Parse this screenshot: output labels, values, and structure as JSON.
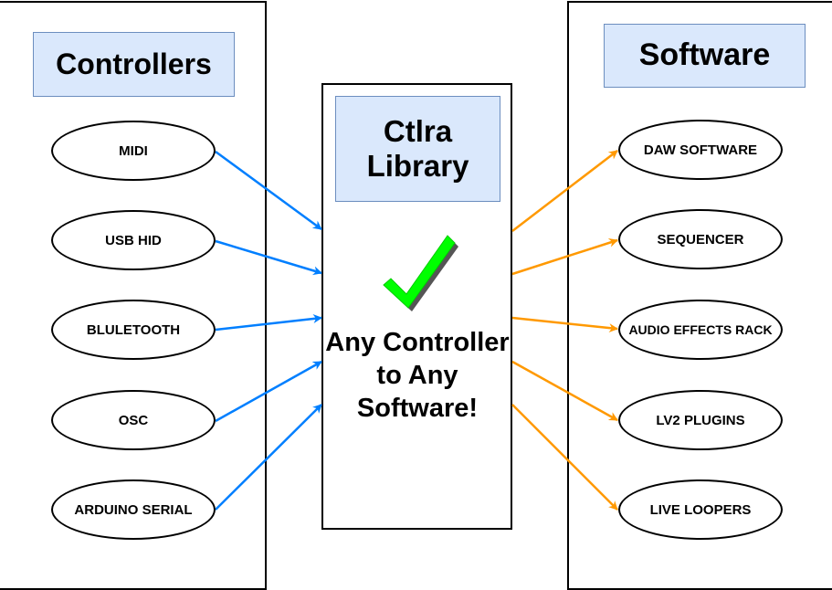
{
  "controllers": {
    "title": "Controllers",
    "items": [
      "MIDI",
      "USB HID",
      "BLULETOOTH",
      "OSC",
      "ARDUINO SERIAL"
    ]
  },
  "software": {
    "title": "Software",
    "items": [
      "DAW SOFTWARE",
      "SEQUENCER",
      "AUDIO EFFECTS RACK",
      "LV2 PLUGINS",
      "LIVE LOOPERS"
    ]
  },
  "library": {
    "title": "Ctlra Library",
    "tagline": "Any Controller to Any Software!",
    "check_icon": "checkmark-icon"
  },
  "colors": {
    "title_fill": "#dae8fc",
    "title_border": "#6c8ebf",
    "input_arrow": "#007fff",
    "output_arrow": "#ff9900",
    "check": "#00ff00"
  }
}
